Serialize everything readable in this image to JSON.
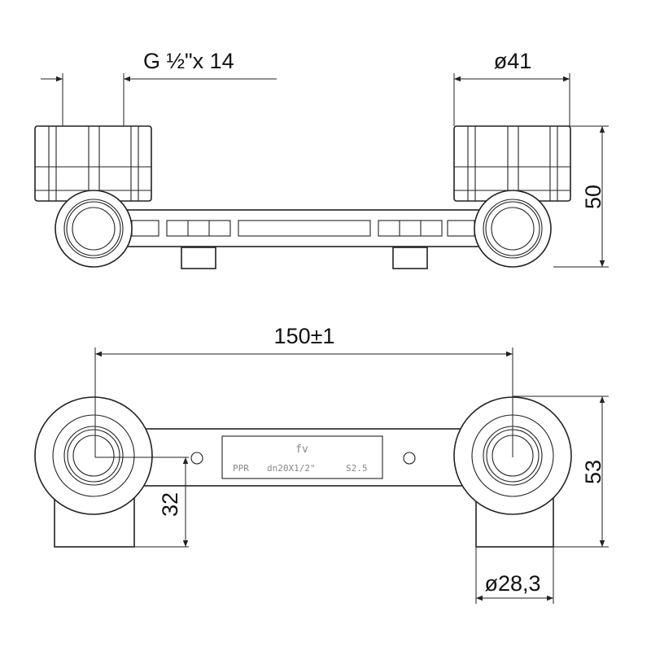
{
  "dimensions": {
    "thread": "G ½\"x 14",
    "nut_diameter": "ø41",
    "height_top": "50",
    "center_distance": "150±1",
    "height_bottom": "53",
    "offset": "32",
    "stem_diameter": "ø28,3"
  },
  "label_plate": {
    "material": "PPR",
    "size": "dn20X1/2\"",
    "series": "S2.5",
    "logo": "fv"
  }
}
